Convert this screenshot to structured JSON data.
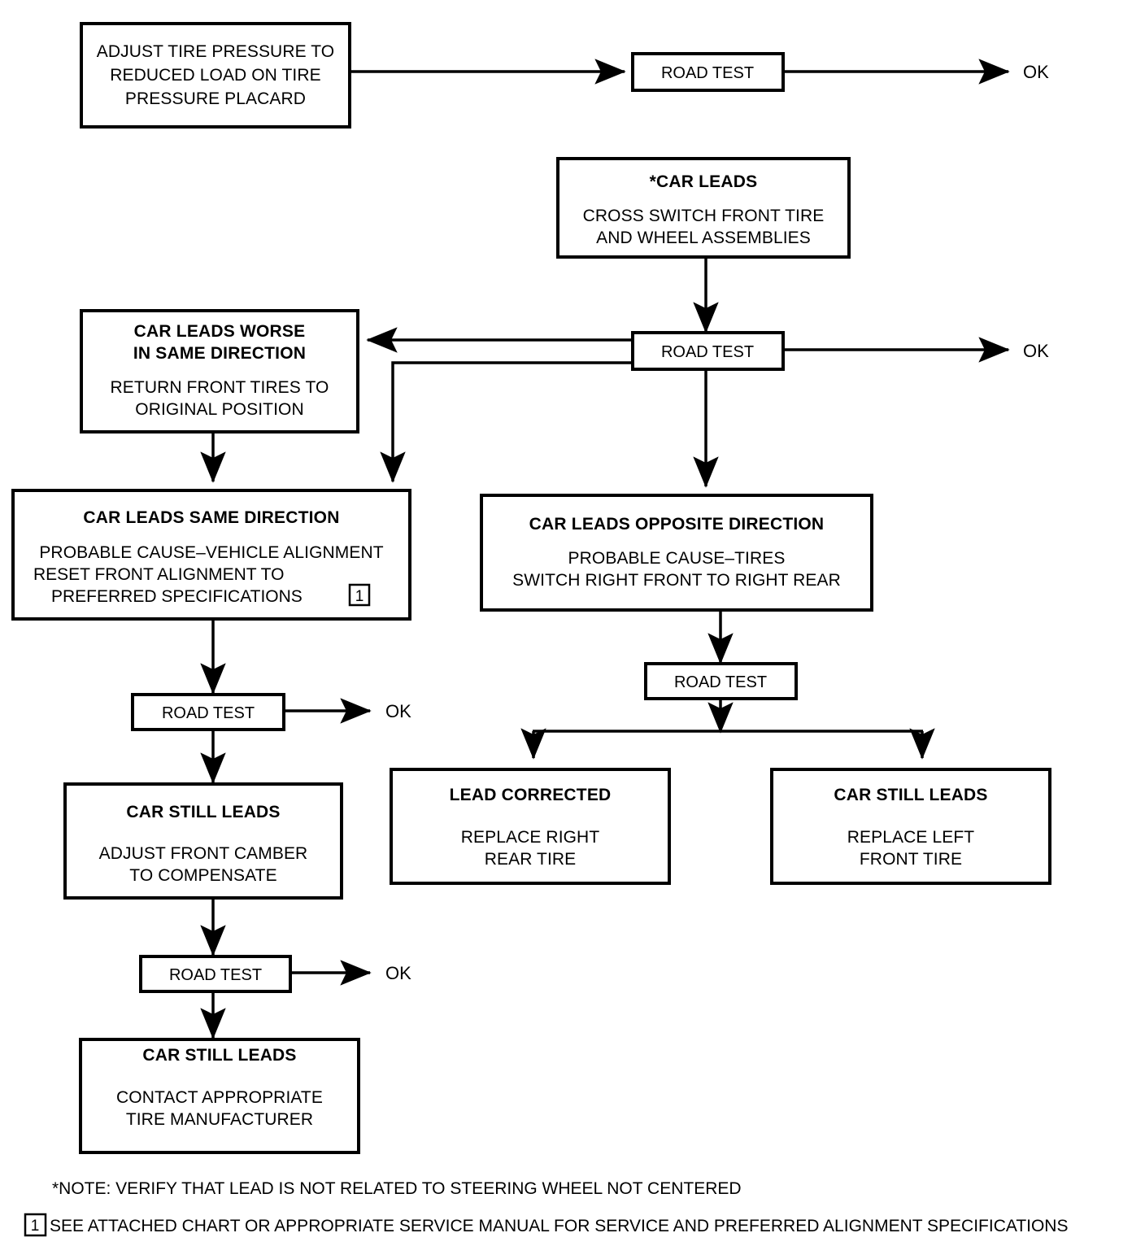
{
  "diagram": {
    "title": "Tire and wheel lead diagnosis flowchart",
    "ok_label": "OK",
    "road_test_label": "ROAD TEST",
    "reference_marker": "1",
    "nodes": {
      "adjust_tire_pressure": {
        "lines": [
          "ADJUST TIRE PRESSURE TO",
          "REDUCED LOAD ON TIRE",
          "PRESSURE PLACARD"
        ]
      },
      "car_leads": {
        "title": "*CAR LEADS",
        "lines": [
          "CROSS SWITCH FRONT TIRE",
          "AND WHEEL ASSEMBLIES"
        ]
      },
      "car_leads_worse": {
        "title_lines": [
          "CAR LEADS WORSE",
          "IN SAME DIRECTION"
        ],
        "lines": [
          "RETURN FRONT TIRES TO",
          "ORIGINAL POSITION"
        ]
      },
      "car_leads_same": {
        "title": "CAR LEADS SAME DIRECTION",
        "lines": [
          "PROBABLE CAUSE–VEHICLE  ALIGNMENT",
          "RESET FRONT ALIGNMENT TO",
          "PREFERRED SPECIFICATIONS"
        ]
      },
      "car_leads_opposite": {
        "title": "CAR LEADS OPPOSITE DIRECTION",
        "lines": [
          "PROBABLE CAUSE–TIRES",
          "SWITCH RIGHT FRONT TO RIGHT REAR"
        ]
      },
      "car_still_leads_camber": {
        "title": "CAR STILL LEADS",
        "lines": [
          "ADJUST FRONT CAMBER",
          "TO COMPENSATE"
        ]
      },
      "car_still_leads_contact": {
        "title": "CAR STILL LEADS",
        "lines": [
          "CONTACT APPROPRIATE",
          "TIRE MANUFACTURER"
        ]
      },
      "lead_corrected": {
        "title": "LEAD CORRECTED",
        "lines": [
          "REPLACE RIGHT",
          "REAR TIRE"
        ]
      },
      "car_still_leads_left_front": {
        "title": "CAR STILL LEADS",
        "lines": [
          "REPLACE LEFT",
          "FRONT TIRE"
        ]
      }
    },
    "road_tests": [
      {
        "id": "road-test-1",
        "label": "ROAD TEST"
      },
      {
        "id": "road-test-2",
        "label": "ROAD TEST"
      },
      {
        "id": "road-test-3",
        "label": "ROAD TEST"
      },
      {
        "id": "road-test-4",
        "label": "ROAD TEST"
      },
      {
        "id": "road-test-5",
        "label": "ROAD TEST"
      }
    ],
    "ok_outcomes": [
      {
        "id": "ok-1",
        "label": "OK"
      },
      {
        "id": "ok-2",
        "label": "OK"
      },
      {
        "id": "ok-3",
        "label": "OK"
      },
      {
        "id": "ok-4",
        "label": "OK"
      }
    ],
    "footnotes": {
      "note_star": "*NOTE: VERIFY THAT LEAD IS NOT RELATED TO STEERING WHEEL NOT CENTERED",
      "note_one_marker": "1",
      "note_one": "SEE ATTACHED CHART OR APPROPRIATE SERVICE MANUAL FOR SERVICE AND PREFERRED ALIGNMENT SPECIFICATIONS"
    },
    "colors": {
      "stroke": "#000000",
      "fill": "#ffffff",
      "background": "#ffffff"
    }
  }
}
